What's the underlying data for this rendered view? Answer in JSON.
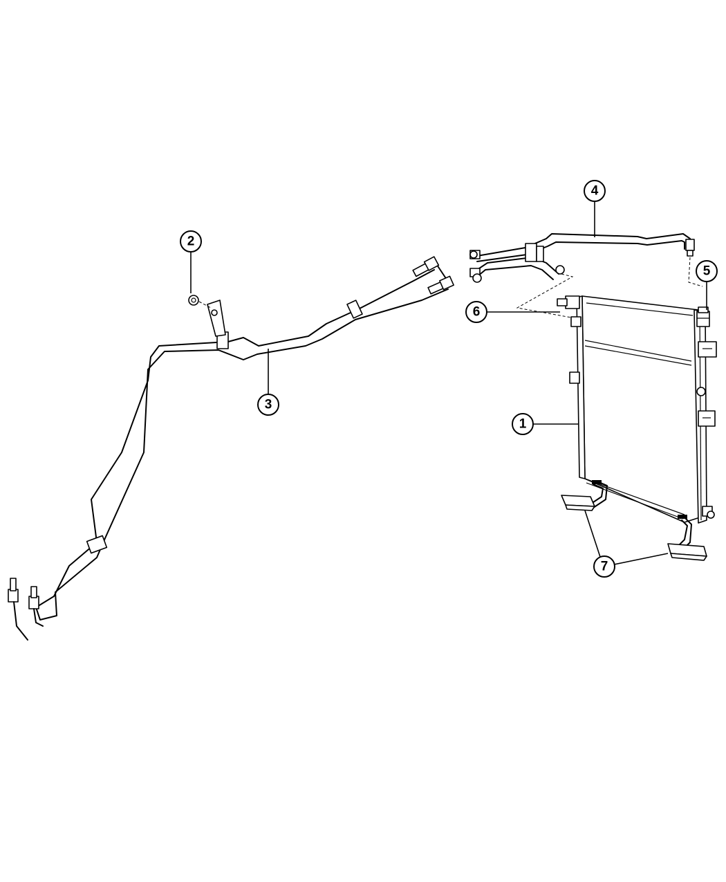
{
  "callouts": [
    {
      "id": "1",
      "label": "1",
      "part": "cooler"
    },
    {
      "id": "2",
      "label": "2",
      "part": "nut"
    },
    {
      "id": "3",
      "label": "3",
      "part": "cooler lines"
    },
    {
      "id": "4",
      "label": "4",
      "part": "line"
    },
    {
      "id": "5",
      "label": "5",
      "part": "fitting"
    },
    {
      "id": "6",
      "label": "6",
      "part": "fasteners"
    },
    {
      "id": "7",
      "label": "7",
      "part": "brackets"
    }
  ]
}
